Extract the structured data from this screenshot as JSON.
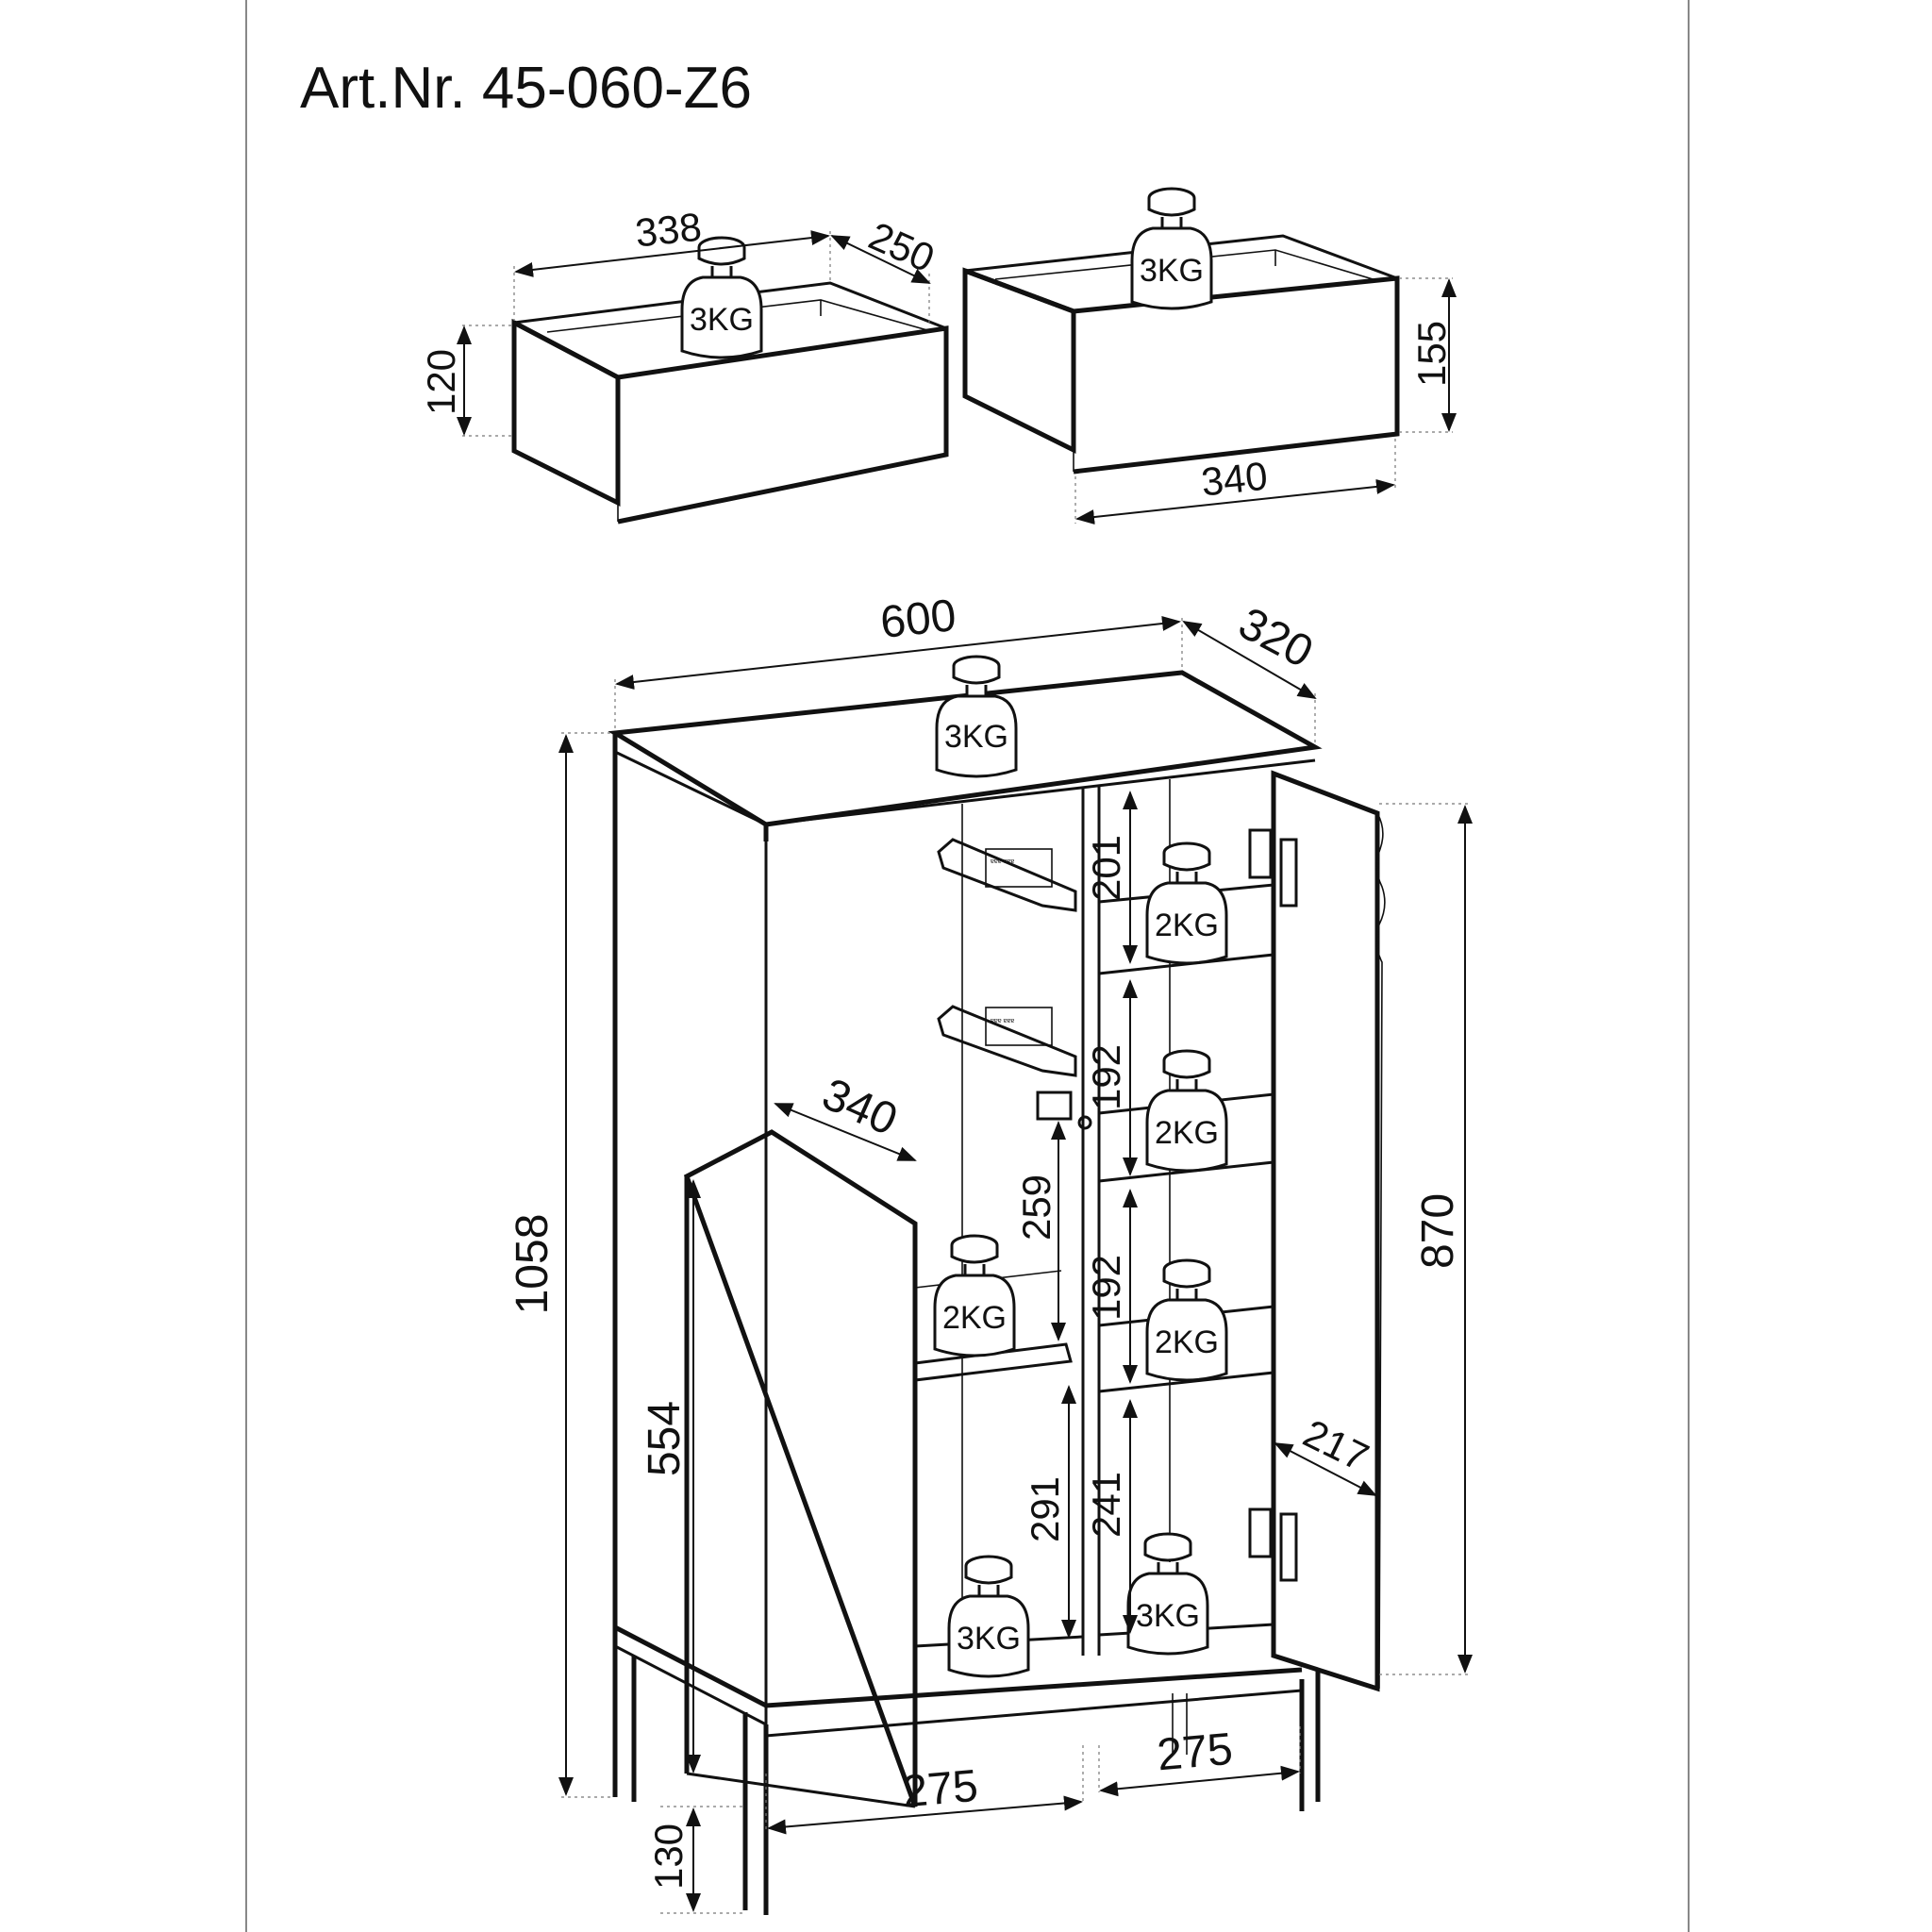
{
  "title": "Art.Nr. 45-060-Z6",
  "dimensions": {
    "drawer_small_width": "338",
    "drawer_small_depth": "250",
    "drawer_small_height": "120",
    "drawer_large_height": "155",
    "drawer_large_width": "340",
    "cabinet_width": "600",
    "cabinet_depth": "320",
    "cabinet_height": "1058",
    "door_height": "870",
    "left_door_height": "554",
    "leg_height": "130",
    "left_compartment_width": "275",
    "right_compartment_width": "275",
    "left_shelf_depth": "340",
    "right_shelf_depth": "217",
    "left_upper_gap": "259",
    "left_lower_gap": "291",
    "right_gap_1": "201",
    "right_gap_2": "192",
    "right_gap_3": "192",
    "right_gap_4": "241"
  },
  "loads": {
    "drawer_left": "3KG",
    "drawer_right": "3KG",
    "top": "3KG",
    "left_shelf": "2KG",
    "left_bottom": "3KG",
    "right_shelf_1": "2KG",
    "right_shelf_2": "2KG",
    "right_shelf_3": "2KG",
    "right_bottom": "3KG"
  }
}
